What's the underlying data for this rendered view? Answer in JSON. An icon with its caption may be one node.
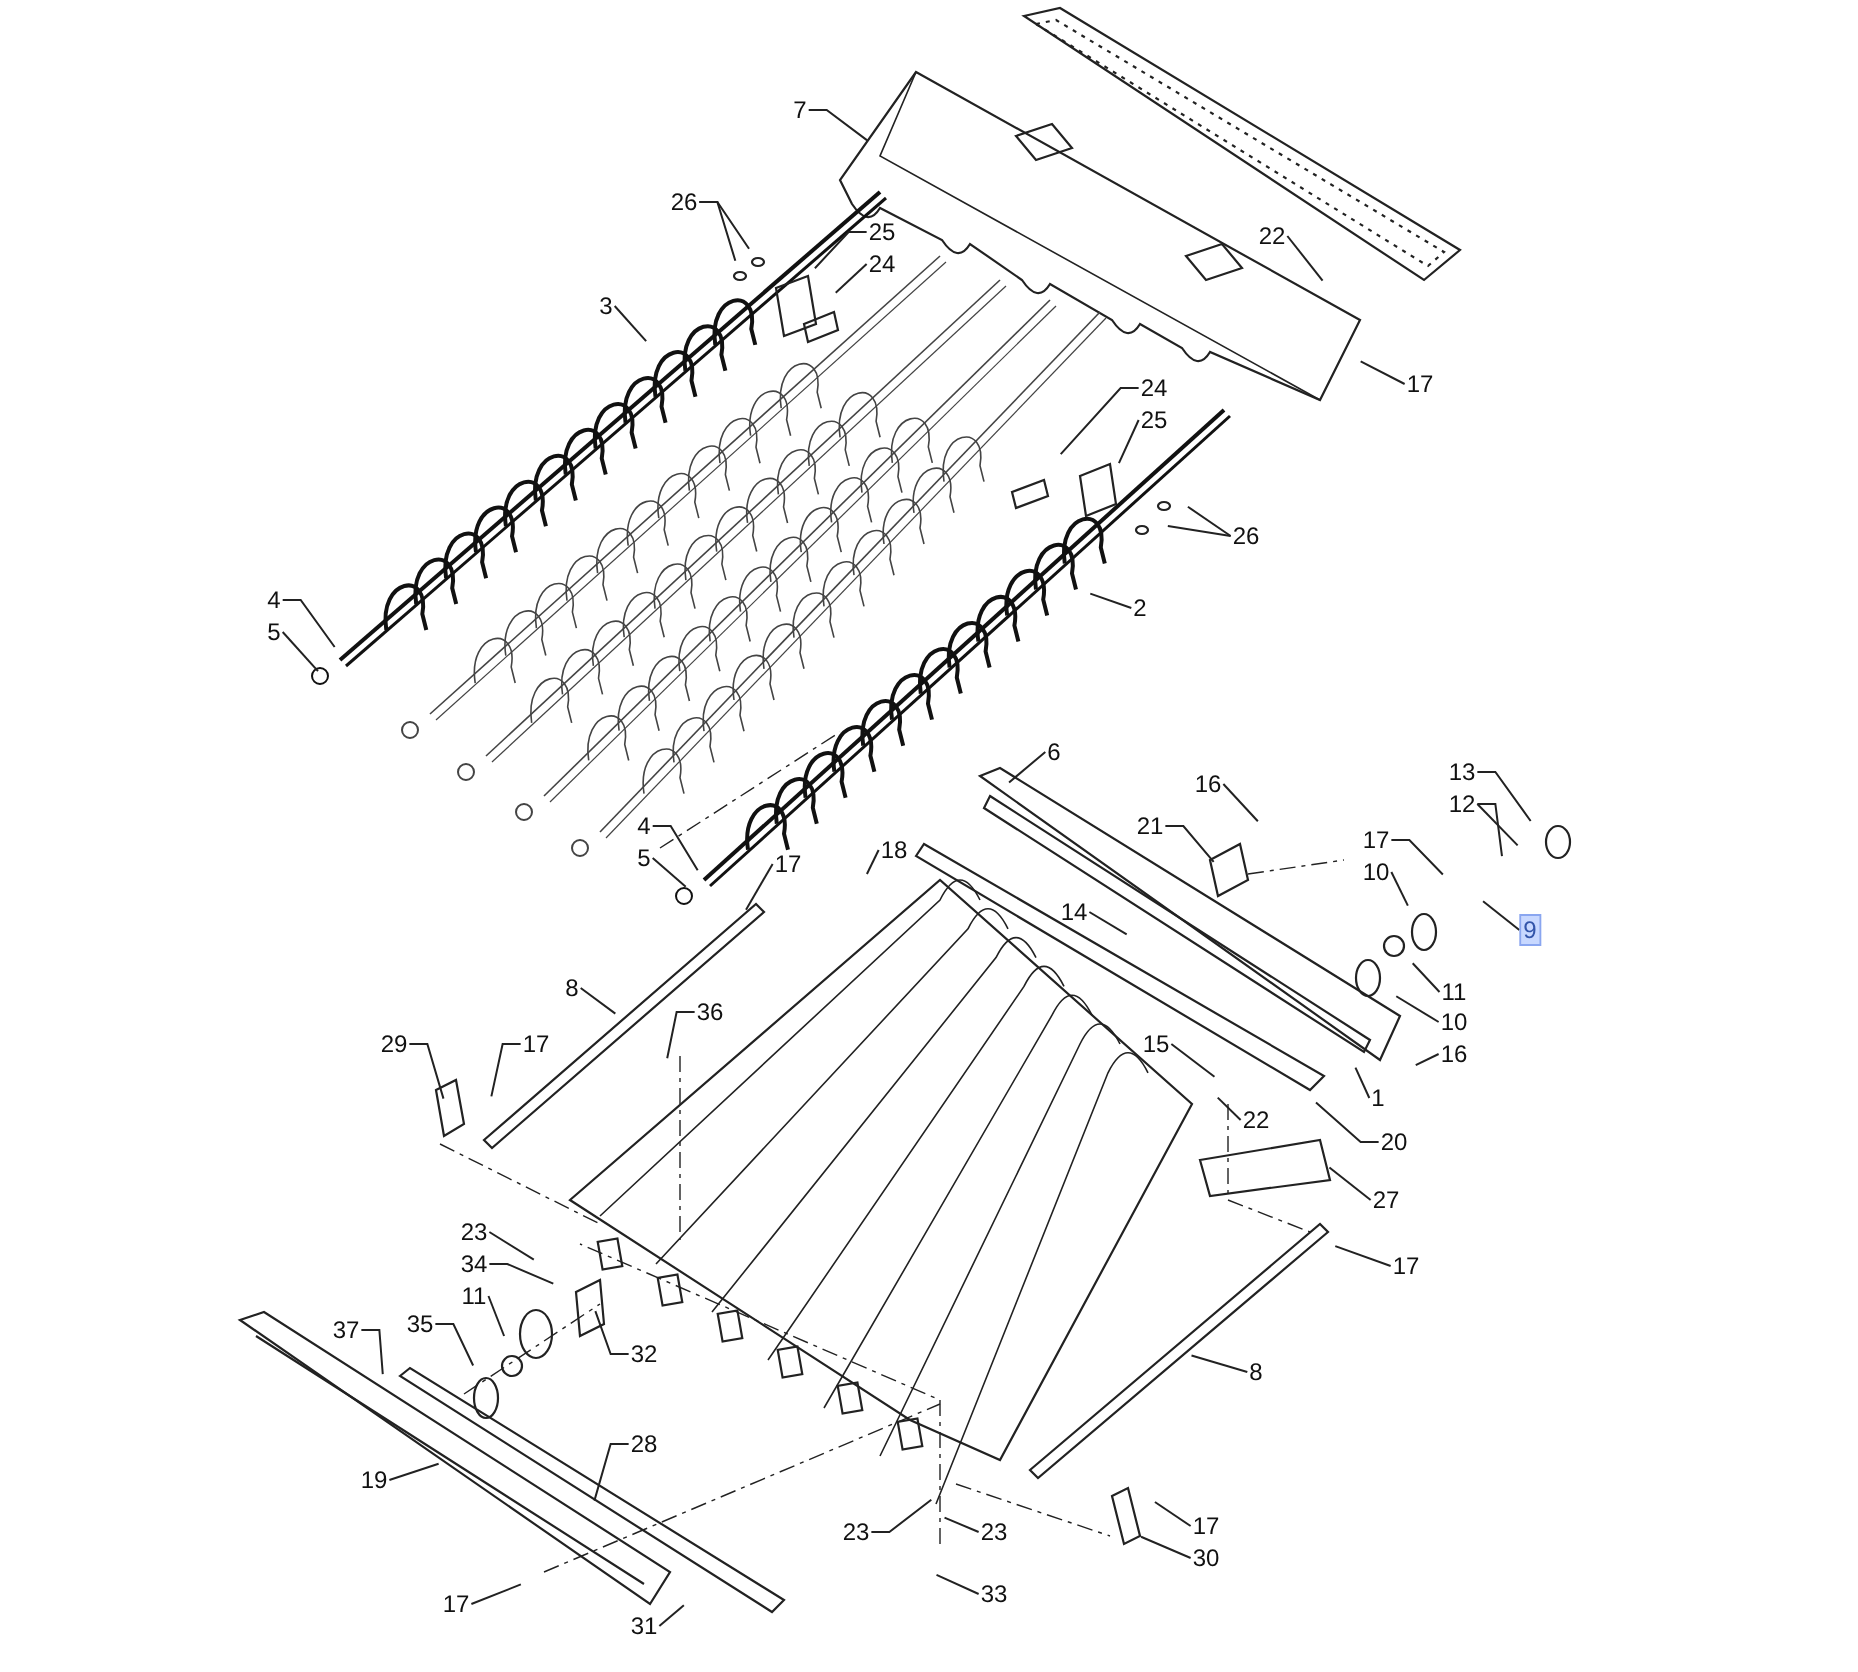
{
  "diagram": {
    "nodes": [
      {
        "text": [
          "7"
        ]
      },
      {
        "text": [
          "26"
        ]
      },
      {
        "text": [
          "25"
        ]
      },
      {
        "text": [
          "24"
        ]
      },
      {
        "text": [
          "3"
        ]
      },
      {
        "text": [
          "22"
        ]
      },
      {
        "text": [
          "17"
        ]
      },
      {
        "text": [
          "24"
        ]
      },
      {
        "text": [
          "25"
        ]
      },
      {
        "text": [
          "26"
        ]
      },
      {
        "text": [
          "4"
        ]
      },
      {
        "text": [
          "5"
        ]
      },
      {
        "text": [
          "2"
        ]
      },
      {
        "text": [
          "6"
        ]
      },
      {
        "text": [
          "16"
        ]
      },
      {
        "text": [
          "13"
        ]
      },
      {
        "text": [
          "12"
        ]
      },
      {
        "text": [
          "21"
        ]
      },
      {
        "text": [
          "17"
        ]
      },
      {
        "text": [
          "10"
        ]
      },
      {
        "text": [
          "18"
        ]
      },
      {
        "text": [
          "4"
        ]
      },
      {
        "text": [
          "5"
        ]
      },
      {
        "text": [
          "17"
        ]
      },
      {
        "text": [
          "14"
        ]
      },
      {
        "text": [
          "9"
        ]
      },
      {
        "text": [
          "11"
        ]
      },
      {
        "text": [
          "10"
        ]
      },
      {
        "text": [
          "16"
        ]
      },
      {
        "text": [
          "8"
        ]
      },
      {
        "text": [
          "36"
        ]
      },
      {
        "text": [
          "29"
        ]
      },
      {
        "text": [
          "17"
        ]
      },
      {
        "text": [
          "15"
        ]
      },
      {
        "text": [
          "1"
        ]
      },
      {
        "text": [
          "22"
        ]
      },
      {
        "text": [
          "20"
        ]
      },
      {
        "text": [
          "27"
        ]
      },
      {
        "text": [
          "17"
        ]
      },
      {
        "text": [
          "23"
        ]
      },
      {
        "text": [
          "34"
        ]
      },
      {
        "text": [
          "11"
        ]
      },
      {
        "text": [
          "35"
        ]
      },
      {
        "text": [
          "37"
        ]
      },
      {
        "text": [
          "32"
        ]
      },
      {
        "text": [
          "28"
        ]
      },
      {
        "text": [
          "8"
        ]
      },
      {
        "text": [
          "19"
        ]
      },
      {
        "text": [
          "23"
        ]
      },
      {
        "text": [
          "23"
        ]
      },
      {
        "text": [
          "17"
        ]
      },
      {
        "text": [
          "30"
        ]
      },
      {
        "text": [
          "17"
        ]
      },
      {
        "text": [
          "31"
        ]
      },
      {
        "text": [
          "33"
        ]
      }
    ],
    "edges": [
      {
        "from": 0,
        "to": null,
        "arrow": "none"
      },
      {
        "from": 1,
        "to": null,
        "arrow": "none"
      },
      {
        "from": 1,
        "to": null,
        "arrow": "none"
      },
      {
        "from": 2,
        "to": null,
        "arrow": "none"
      },
      {
        "from": 3,
        "to": null,
        "arrow": "none"
      },
      {
        "from": 4,
        "to": null,
        "arrow": "none"
      },
      {
        "from": 5,
        "to": null,
        "arrow": "none"
      },
      {
        "from": 6,
        "to": null,
        "arrow": "none"
      },
      {
        "from": 7,
        "to": null,
        "arrow": "none"
      },
      {
        "from": 8,
        "to": null,
        "arrow": "none"
      },
      {
        "from": 9,
        "to": null,
        "arrow": "none"
      },
      {
        "from": 9,
        "to": null,
        "arrow": "none"
      },
      {
        "from": 10,
        "to": null,
        "arrow": "none"
      },
      {
        "from": 11,
        "to": null,
        "arrow": "none"
      },
      {
        "from": 12,
        "to": null,
        "arrow": "none"
      },
      {
        "from": 13,
        "to": null,
        "arrow": "none"
      },
      {
        "from": 14,
        "to": null,
        "arrow": "none"
      },
      {
        "from": 15,
        "to": null,
        "arrow": "none"
      },
      {
        "from": 16,
        "to": null,
        "arrow": "none"
      },
      {
        "from": 16,
        "to": null,
        "arrow": "none"
      },
      {
        "from": 17,
        "to": null,
        "arrow": "none"
      },
      {
        "from": 18,
        "to": null,
        "arrow": "none"
      },
      {
        "from": 19,
        "to": null,
        "arrow": "none"
      },
      {
        "from": 20,
        "to": null,
        "arrow": "none"
      },
      {
        "from": 21,
        "to": null,
        "arrow": "none"
      },
      {
        "from": 22,
        "to": null,
        "arrow": "none"
      },
      {
        "from": 23,
        "to": null,
        "arrow": "none"
      },
      {
        "from": 24,
        "to": null,
        "arrow": "none"
      },
      {
        "from": 25,
        "to": null,
        "arrow": "none"
      },
      {
        "from": 26,
        "to": null,
        "arrow": "none"
      },
      {
        "from": 27,
        "to": null,
        "arrow": "none"
      },
      {
        "from": 28,
        "to": null,
        "arrow": "none"
      },
      {
        "from": 29,
        "to": null,
        "arrow": "none"
      },
      {
        "from": 30,
        "to": null,
        "arrow": "none"
      },
      {
        "from": 31,
        "to": null,
        "arrow": "none"
      },
      {
        "from": 32,
        "to": null,
        "arrow": "none"
      },
      {
        "from": 33,
        "to": null,
        "arrow": "none"
      },
      {
        "from": 34,
        "to": null,
        "arrow": "none"
      },
      {
        "from": 35,
        "to": null,
        "arrow": "none"
      },
      {
        "from": 36,
        "to": null,
        "arrow": "none"
      },
      {
        "from": 37,
        "to": null,
        "arrow": "none"
      },
      {
        "from": 38,
        "to": null,
        "arrow": "none"
      },
      {
        "from": 39,
        "to": null,
        "arrow": "none"
      },
      {
        "from": 40,
        "to": null,
        "arrow": "none"
      },
      {
        "from": 41,
        "to": null,
        "arrow": "none"
      },
      {
        "from": 42,
        "to": null,
        "arrow": "none"
      },
      {
        "from": 43,
        "to": null,
        "arrow": "none"
      },
      {
        "from": 44,
        "to": null,
        "arrow": "none"
      },
      {
        "from": 45,
        "to": null,
        "arrow": "none"
      },
      {
        "from": 46,
        "to": null,
        "arrow": "none"
      },
      {
        "from": 47,
        "to": null,
        "arrow": "none"
      },
      {
        "from": 48,
        "to": null,
        "arrow": "none"
      },
      {
        "from": 49,
        "to": null,
        "arrow": "none"
      },
      {
        "from": 50,
        "to": null,
        "arrow": "none"
      },
      {
        "from": 51,
        "to": null,
        "arrow": "none"
      },
      {
        "from": 52,
        "to": null,
        "arrow": "none"
      },
      {
        "from": 53,
        "to": null,
        "arrow": "none"
      },
      {
        "from": 54,
        "to": null,
        "arrow": "none"
      }
    ]
  }
}
